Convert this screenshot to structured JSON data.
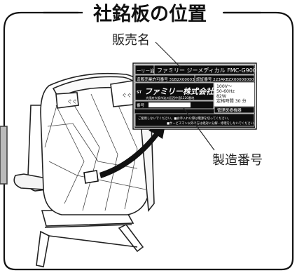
{
  "title": "社銘板の位置",
  "callouts": {
    "product_name": "販売名",
    "serial_number": "製造番号"
  },
  "nameplate": {
    "row1_label": "ーリー治",
    "row1_value": "ファミリー ジーメディカル FMC-G900",
    "row2_left": "造販売業許可番号 31B2X00003",
    "row2_right": "認証番号 223AKBZX00000000",
    "brand": "ファミリー株式会社",
    "address": "大阪府大阪市淀川区西中島1220番地",
    "spec_voltage": "100V〜",
    "spec_freq": "50-60Hz",
    "spec_power": "82W",
    "spec_time": "定格時間 30 分",
    "serial_label": "番号",
    "equipment_class": "管理医療機器",
    "warning_line1": "ご使用しないでください。■お手入れの際は電源を切ってください。",
    "warning_line2": "■サービスマン以外の方は絶対に分解・修理をしないでください。"
  }
}
